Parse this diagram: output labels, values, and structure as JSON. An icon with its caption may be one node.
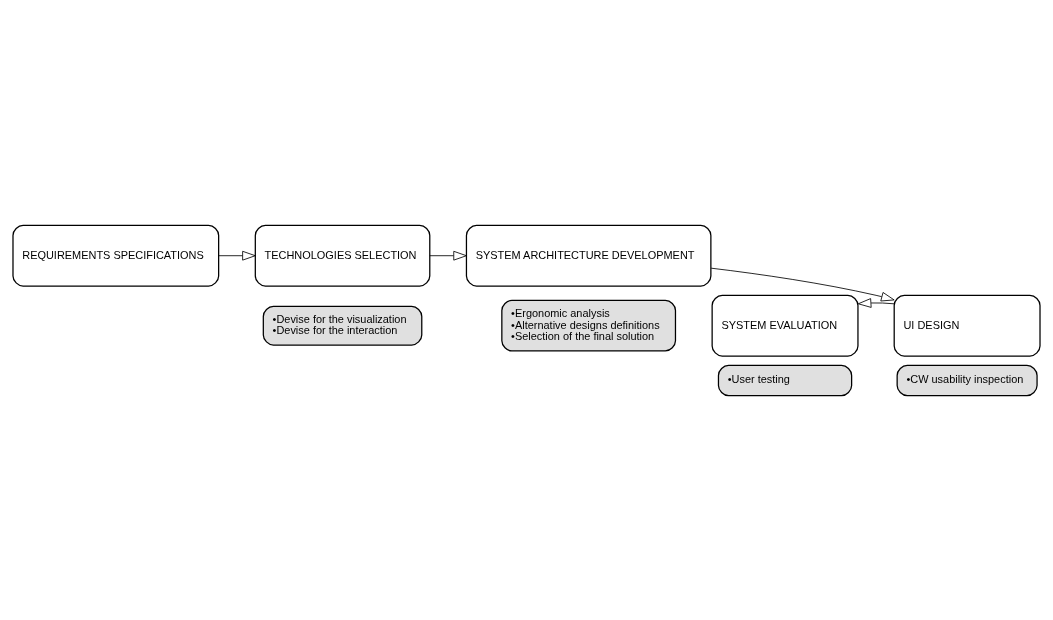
{
  "diagram": {
    "nodes": [
      {
        "text": [
          "REQUIREMENTS SPECIFICATIONS"
        ]
      },
      {
        "text": [
          "TECHNOLOGIES SELECTION"
        ]
      },
      {
        "text": [
          "•Devise for the visualization",
          "•Devise for the interaction"
        ]
      },
      {
        "text": [
          "SYSTEM ARCHITECTURE DEVELOPMENT"
        ]
      },
      {
        "text": [
          "•Ergonomic analysis",
          "•Alternative designs definitions",
          "•Selection of the final solution"
        ]
      },
      {
        "text": [
          "UI DESIGN"
        ]
      },
      {
        "text": [
          "•CW usability inspection"
        ]
      },
      {
        "text": [
          "SYSTEM EVALUATION"
        ]
      },
      {
        "text": [
          "•User testing"
        ]
      }
    ],
    "edges": [
      {
        "from": 0,
        "to": 1,
        "arrow": "to"
      },
      {
        "from": 1,
        "to": 3,
        "arrow": "to"
      },
      {
        "from": 3,
        "to": 5,
        "arrow": "to"
      },
      {
        "from": 5,
        "to": 7,
        "arrow": "to"
      }
    ]
  }
}
